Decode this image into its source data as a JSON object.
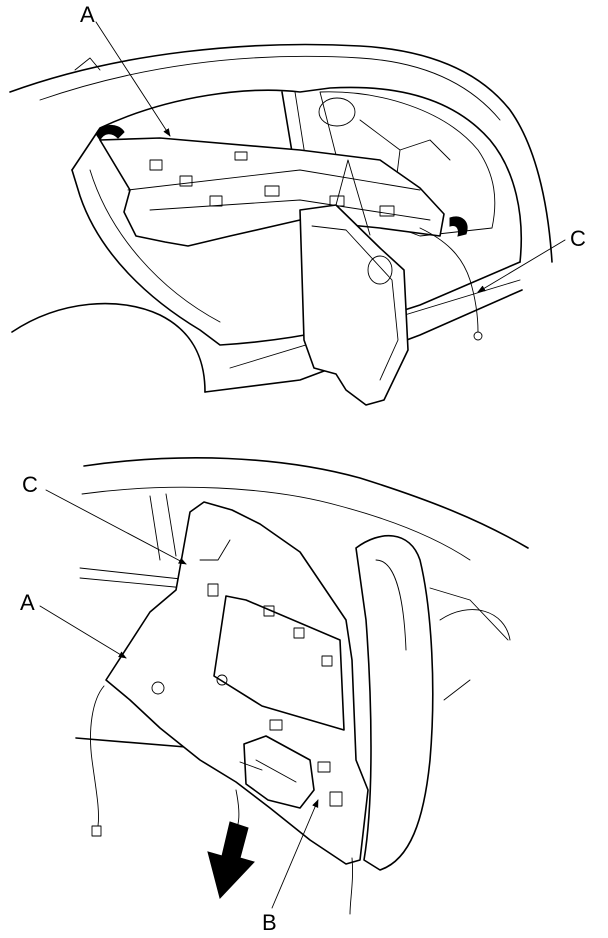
{
  "top_view": {
    "label_a": "A",
    "label_c": "C"
  },
  "bottom_view": {
    "label_c": "C",
    "label_a": "A",
    "label_b": "B"
  }
}
